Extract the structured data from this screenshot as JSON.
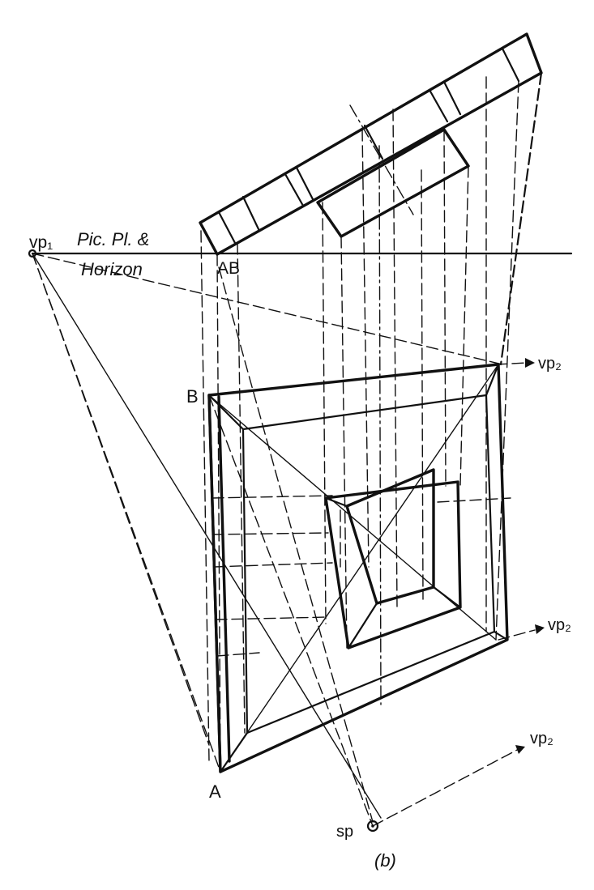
{
  "labels": {
    "vp1": "vp₁",
    "pic_pl_line1": "Pic. Pl. &",
    "pic_pl_line2": "Horizon",
    "ab": "AB",
    "b": "B",
    "a": "A",
    "vp2_top": "vp₂",
    "vp2_mid": "vp₂",
    "vp2_bottom": "vp₂",
    "sp": "sp",
    "caption": "(b)"
  }
}
